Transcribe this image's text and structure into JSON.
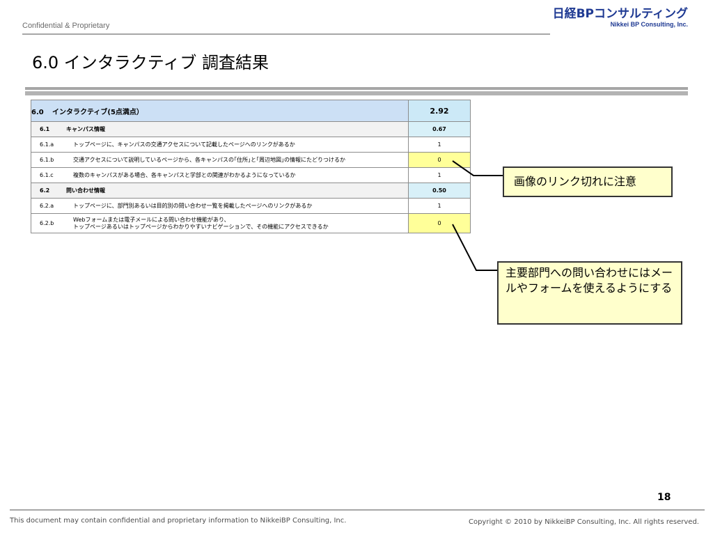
{
  "header": {
    "confidential": "Confidential & Proprietary",
    "logo_main": "日経BPコンサルティング",
    "logo_sub": "Nikkei BP Consulting, Inc.",
    "brand_color": "#1f3a93"
  },
  "title": "6.0  インタラクティブ  調査結果",
  "table": {
    "top": {
      "code": "6.0",
      "label": "インタラクティブ(5点満点）",
      "score": "2.92"
    },
    "rows": [
      {
        "type": "section",
        "code": "6.1",
        "label": "キャンパス情報",
        "score": "0.67"
      },
      {
        "type": "item",
        "code": "6.1.a",
        "label": "トップページに、キャンパスの交通アクセスについて記載したページへのリンクがあるか",
        "score": "1"
      },
      {
        "type": "item",
        "code": "6.1.b",
        "label": "交通アクセスについて説明しているページから、各キャンパスの｢住所｣と｢周辺地図｣の情報にたどりつけるか",
        "score": "0",
        "highlight": true
      },
      {
        "type": "item",
        "code": "6.1.c",
        "label": "複数のキャンパスがある場合、各キャンパスと学部との関連がわかるようになっているか",
        "score": "1"
      },
      {
        "type": "section",
        "code": "6.2",
        "label": "問い合わせ情報",
        "score": "0.50"
      },
      {
        "type": "item",
        "code": "6.2.a",
        "label": "トップページに、部門別あるいは目的別の問い合わせ一覧を掲載したページへのリンクがあるか",
        "score": "1"
      },
      {
        "type": "item",
        "code": "6.2.b",
        "label_line1": "Webフォームまたは電子メールによる問い合わせ機能があり、",
        "label_line2": "トップページあるいはトップページからわかりやすいナビゲーションで、その機能にアクセスできるか",
        "score": "0",
        "highlight": true
      }
    ]
  },
  "callouts": {
    "c1": "画像のリンク切れに注意",
    "c2": "主要部門への問い合わせにはメールやフォームを使えるようにする"
  },
  "page_number": "18",
  "footer": {
    "left": "This document may contain confidential and proprietary information to NikkeiBP Consulting, Inc.",
    "right": "Copyright © 2010 by NikkeiBP Consulting, Inc. All rights reserved."
  },
  "colors": {
    "highlight": "#ffff99",
    "callout_bg": "#ffffcc",
    "header_row": "#cce0f5"
  }
}
